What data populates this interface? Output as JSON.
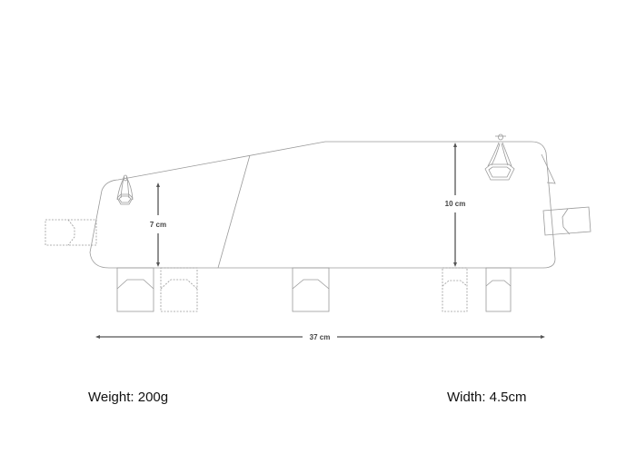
{
  "diagram": {
    "subject": "frame bag technical drawing",
    "stroke_color": "#8a8a8a",
    "dimension_color": "#555555",
    "dimensions": {
      "front_height": "7 cm",
      "rear_height": "10 cm",
      "length": "37 cm"
    }
  },
  "specs": {
    "weight": "Weight: 200g",
    "width": "Width: 4.5cm"
  }
}
